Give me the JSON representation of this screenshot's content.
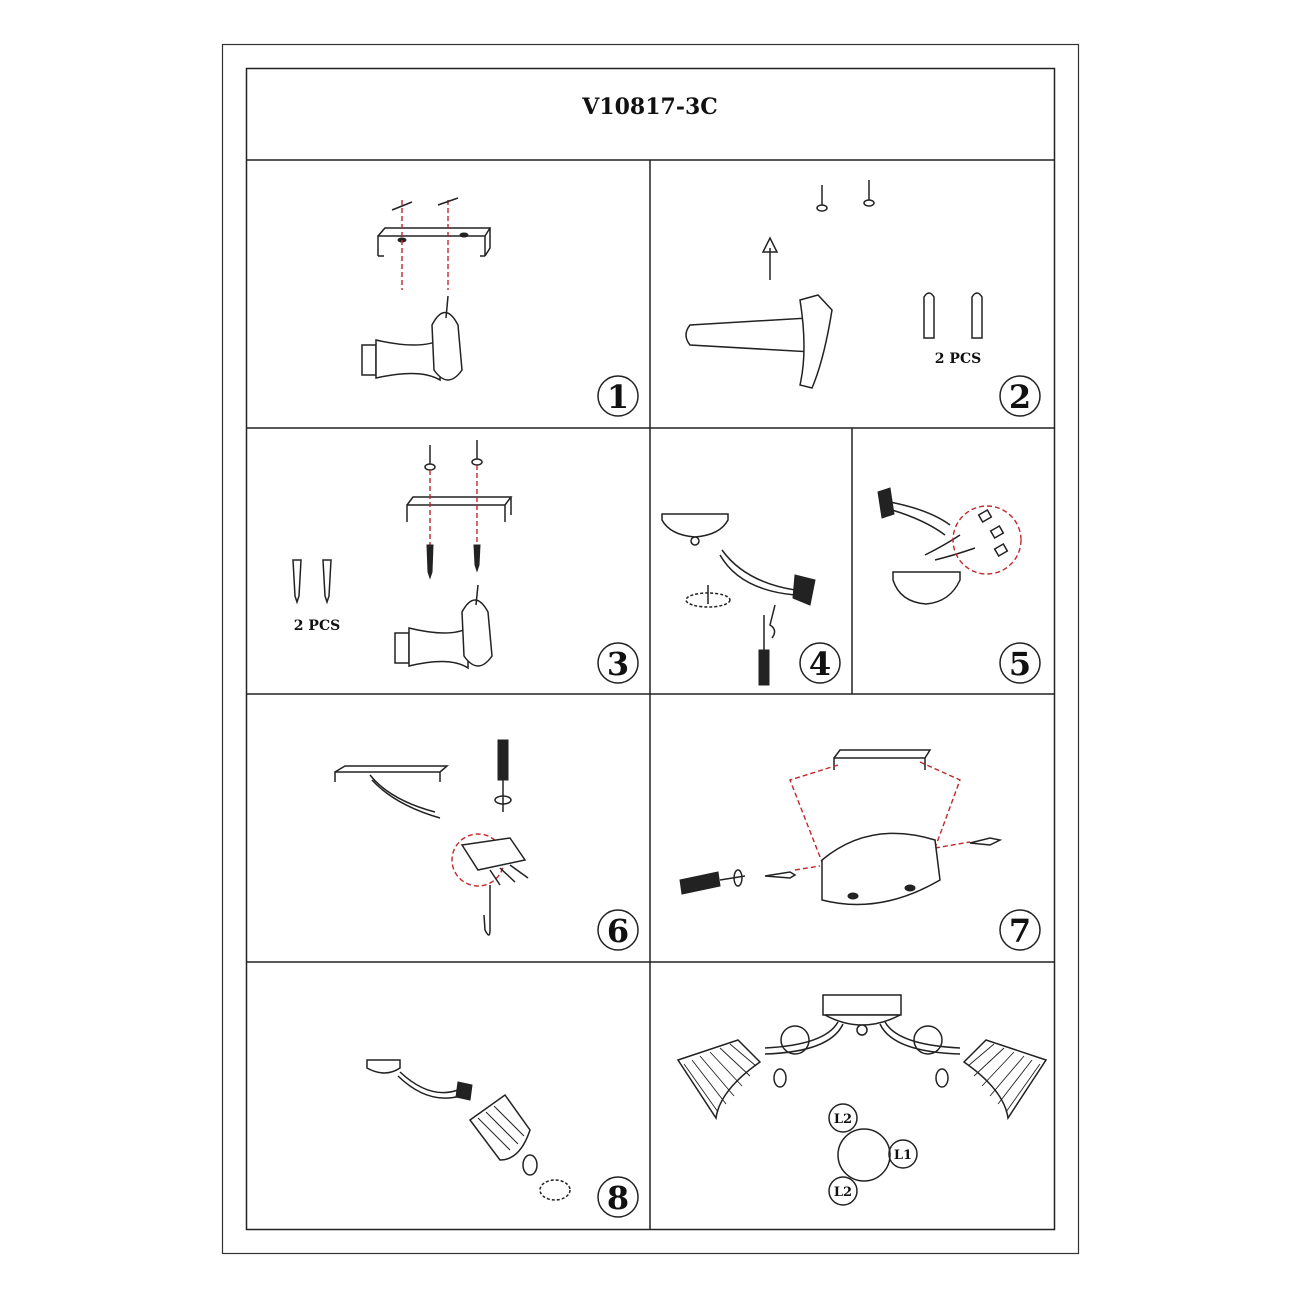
{
  "title": "V10817-3C",
  "steps": [
    {
      "number": "1"
    },
    {
      "number": "2",
      "label": "2 PCS"
    },
    {
      "number": "3",
      "label": "2 PCS"
    },
    {
      "number": "4"
    },
    {
      "number": "5"
    },
    {
      "number": "6"
    },
    {
      "number": "7"
    },
    {
      "number": "8"
    },
    {
      "number": ""
    }
  ],
  "wiring_labels": {
    "top": "L2",
    "right": "L1",
    "bottom": "L2"
  },
  "colors": {
    "line": "#222222",
    "guide": "#c0282a"
  }
}
